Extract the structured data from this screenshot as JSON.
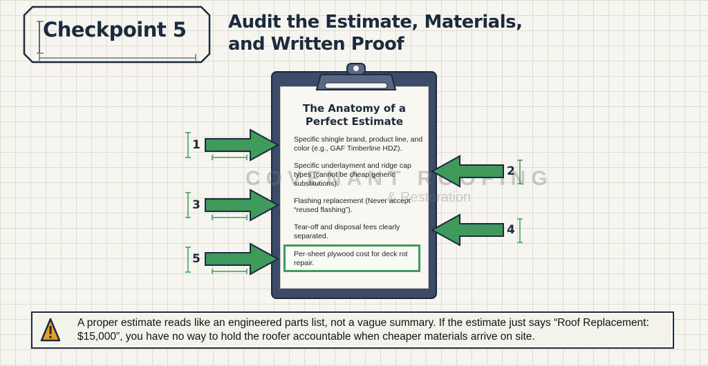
{
  "header": {
    "checkpoint": "Checkpoint 5",
    "title_line1": "Audit the Estimate, Materials,",
    "title_line2": "and Written Proof"
  },
  "clipboard": {
    "heading_line1": "The Anatomy of a",
    "heading_line2": "Perfect Estimate",
    "items": [
      {
        "number": "1",
        "text": "Specific shingle brand, product line, and color (e.g., GAF Timberline HDZ)."
      },
      {
        "number": "2",
        "text": "Specific underlayment and ridge cap types (cannot be cheap generic substitutions)."
      },
      {
        "number": "3",
        "text": "Flashing replacement (Never accept “reused flashing”)."
      },
      {
        "number": "4",
        "text": "Tear-off and disposal fees clearly separated."
      },
      {
        "number": "5",
        "text": "Per-sheet plywood cost for deck rot repair."
      }
    ]
  },
  "watermark": {
    "line1": "COVENANT ROOFING",
    "line2": "& Restoration"
  },
  "banner": {
    "icon": "warning-icon",
    "text": "A proper estimate reads like an engineered parts list, not a vague summary. If the estimate just says “Roof Replacement: $15,000”, you have no way to hold the roofer accountable when cheaper materials arrive on site."
  },
  "colors": {
    "accent_green": "#3e9b5c",
    "navy": "#1c2a3e",
    "warning": "#e8a020"
  }
}
